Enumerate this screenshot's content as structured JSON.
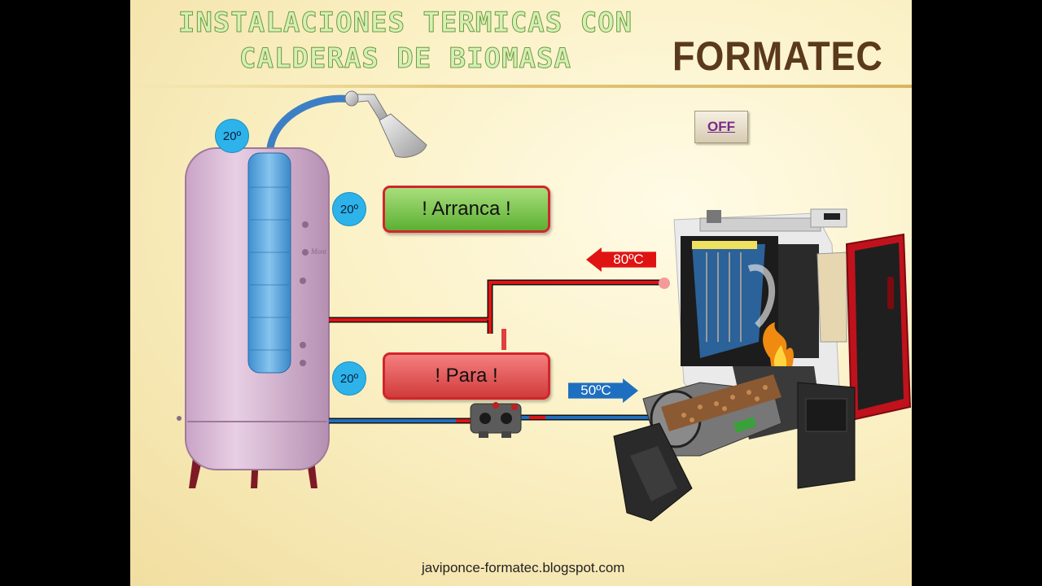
{
  "title": {
    "line1": "INSTALACIONES TERMICAS CON",
    "line2": "CALDERAS DE BIOMASA"
  },
  "brand": "FORMATEC",
  "off_button": "OFF",
  "temperatures": {
    "tank_top": "20º",
    "tank_middle": "20º",
    "tank_bottom": "20º"
  },
  "buttons": {
    "start": "! Arranca !",
    "stop": "! Para !"
  },
  "flows": {
    "supply": "80ºC",
    "return": "50ºC"
  },
  "tank_label": "Mont",
  "footer": "javiponce-formatec.blogspot.com",
  "colors": {
    "hot_pipe": "#e01313",
    "cold_pipe": "#1f6fc0",
    "tank": "#d8b7d4",
    "boiler_frame": "#c0121c"
  }
}
